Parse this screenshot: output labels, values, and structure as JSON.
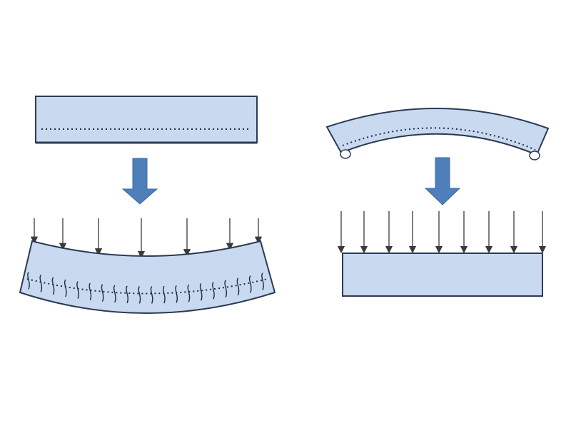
{
  "diagram": {
    "panels": [
      {
        "name": "left-panel",
        "description_visible_text": "",
        "shapes": [
          "flat-beam",
          "down-arrow",
          "load-arrows",
          "bent-beam"
        ]
      },
      {
        "name": "right-panel",
        "description_visible_text": "",
        "shapes": [
          "curved-beam",
          "down-arrow",
          "load-arrows",
          "flat-beam"
        ]
      }
    ],
    "colors": {
      "fill": "#c9daf0",
      "stroke": "#2b3a55",
      "arrow": "#4f7fba",
      "arrow_stroke": "#3e6ea8",
      "dotted": "#1f2d46"
    },
    "counts": {
      "left_load_arrows": 7,
      "right_load_arrows": 9
    }
  }
}
